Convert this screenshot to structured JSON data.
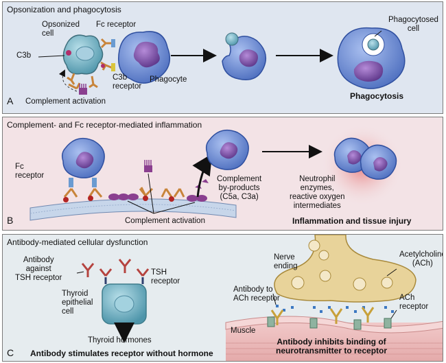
{
  "panel_a": {
    "title": "Opsonization and phagocytosis",
    "letter": "A",
    "labels": {
      "opsonized_cell": "Opsonized\ncell",
      "fc_receptor": "Fc receptor",
      "c3b": "C3b",
      "c3b_receptor": "C3b\nreceptor",
      "phagocyte": "Phagocyte",
      "complement_activation": "Complement activation",
      "phagocytosed_cell": "Phagocytosed\ncell",
      "caption": "Phagocytosis"
    }
  },
  "panel_b": {
    "title": "Complement- and Fc receptor-mediated inflammation",
    "letter": "B",
    "labels": {
      "fc_receptor": "Fc\nreceptor",
      "complement_byproducts": "Complement\nby-products\n(C5a, C3a)",
      "neutrophil_enzymes": "Neutrophil\nenzymes,\nreactive oxygen\nintermediates",
      "complement_activation": "Complement activation",
      "caption": "Inflammation and tissue injury"
    }
  },
  "panel_c": {
    "title": "Antibody-mediated cellular dysfunction",
    "letter": "C",
    "labels": {
      "antibody_tsh": "Antibody\nagainst\nTSH receptor",
      "tsh_receptor": "TSH\nreceptor",
      "thyroid_cell": "Thyroid\nepithelial\ncell",
      "thyroid_hormones": "Thyroid hormones",
      "caption_left": "Antibody stimulates receptor without hormone",
      "nerve_ending": "Nerve\nending",
      "acetylcholine": "Acetylcholine\n(ACh)",
      "antibody_ach": "Antibody to\nACh receptor",
      "ach_receptor": "ACh\nreceptor",
      "muscle": "Muscle",
      "caption_right": "Antibody inhibits binding of\nneurotransmitter to receptor"
    }
  },
  "colors": {
    "panel_a_bg": "#dfe6f0",
    "panel_b_bg": "#f3e3e6",
    "panel_c_bg": "#e6ecef",
    "cell_blue": "#6f8fd6",
    "nucleus_purple": "#7a4fa6",
    "antibody_orange": "#c8843a",
    "complement_purple": "#8a3f8f",
    "nerve_tan": "#e8d39a",
    "muscle_pink": "#e8b7b7",
    "thyroid_teal": "#7fb6c4"
  }
}
